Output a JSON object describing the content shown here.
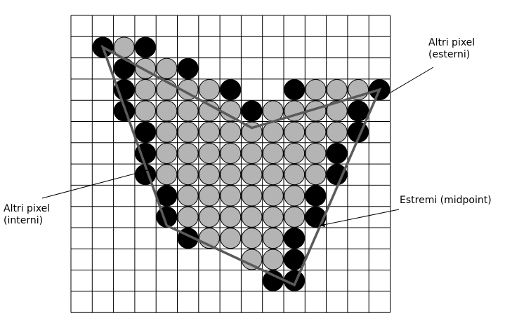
{
  "labels": {
    "outer_pixels": {
      "line1": "Altri pixel",
      "line2": "(esterni)"
    },
    "inner_pixels": {
      "line1": "Altri pixel",
      "line2": "(interni)"
    },
    "endpoints": {
      "line1": "Estremi (midpoint)"
    }
  },
  "colors": {
    "grid": "#000000",
    "polygon": "#5a5a5a",
    "fill_pixel": "#b4b4b4",
    "edge_pixel": "#000000",
    "pixel_stroke": "#000000"
  },
  "grid": {
    "cols": 15,
    "rows": 14
  },
  "polygon_cells": [
    [
      1,
      1
    ],
    [
      8,
      4.8
    ],
    [
      14,
      3
    ],
    [
      10,
      12.2
    ],
    [
      4,
      9.4
    ]
  ],
  "pixel_rows": [
    {
      "row": 1,
      "filled": [
        2
      ],
      "black": [
        1,
        3
      ]
    },
    {
      "row": 2,
      "filled": [
        3,
        4
      ],
      "black": [
        2,
        5
      ]
    },
    {
      "row": 3,
      "filled": [
        3,
        4,
        5,
        6,
        11,
        12,
        13
      ],
      "black": [
        2,
        7,
        10,
        14
      ]
    },
    {
      "row": 4,
      "filled": [
        3,
        4,
        5,
        6,
        7,
        9,
        10,
        11,
        12
      ],
      "black": [
        2,
        8,
        13
      ]
    },
    {
      "row": 5,
      "filled": [
        4,
        5,
        6,
        7,
        8,
        9,
        10,
        11,
        12
      ],
      "black": [
        3,
        13
      ]
    },
    {
      "row": 6,
      "filled": [
        4,
        5,
        6,
        7,
        8,
        9,
        10,
        11
      ],
      "black": [
        3,
        12
      ]
    },
    {
      "row": 7,
      "filled": [
        4,
        5,
        6,
        7,
        8,
        9,
        10,
        11
      ],
      "black": [
        3,
        12
      ]
    },
    {
      "row": 8,
      "filled": [
        5,
        6,
        7,
        8,
        9,
        10
      ],
      "black": [
        4,
        11
      ]
    },
    {
      "row": 9,
      "filled": [
        5,
        6,
        7,
        8,
        9,
        10
      ],
      "black": [
        4,
        11
      ]
    },
    {
      "row": 10,
      "filled": [
        6,
        7,
        8,
        9
      ],
      "black": [
        5,
        10
      ]
    },
    {
      "row": 11,
      "filled": [
        8,
        9
      ],
      "black": [
        10
      ]
    },
    {
      "row": 12,
      "filled": [],
      "black": [
        9,
        10
      ]
    }
  ]
}
